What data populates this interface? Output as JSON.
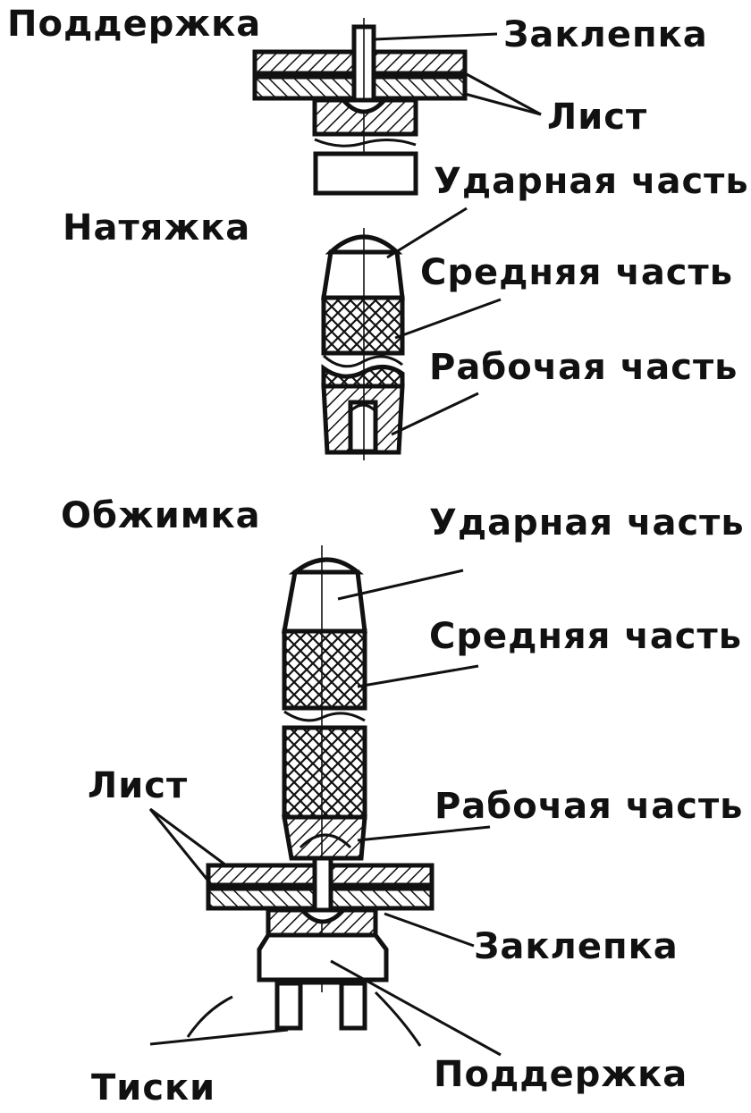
{
  "labels": {
    "support_top": "Поддержка",
    "rivet_top": "Заклепка",
    "sheet_top": "Лист",
    "strike_part_1": "Ударная часть",
    "tensioner": "Натяжка",
    "middle_part_1": "Средняя часть",
    "working_part_1": "Рабочая часть",
    "crimper": "Обжимка",
    "strike_part_2": "Ударная часть",
    "middle_part_2": "Средняя часть",
    "sheet_bottom": "Лист",
    "working_part_2": "Рабочая часть",
    "rivet_bottom": "Заклепка",
    "vise": "Тиски",
    "support_bottom": "Поддержка"
  },
  "colors": {
    "ink": "#111111",
    "paper": "#ffffff"
  }
}
